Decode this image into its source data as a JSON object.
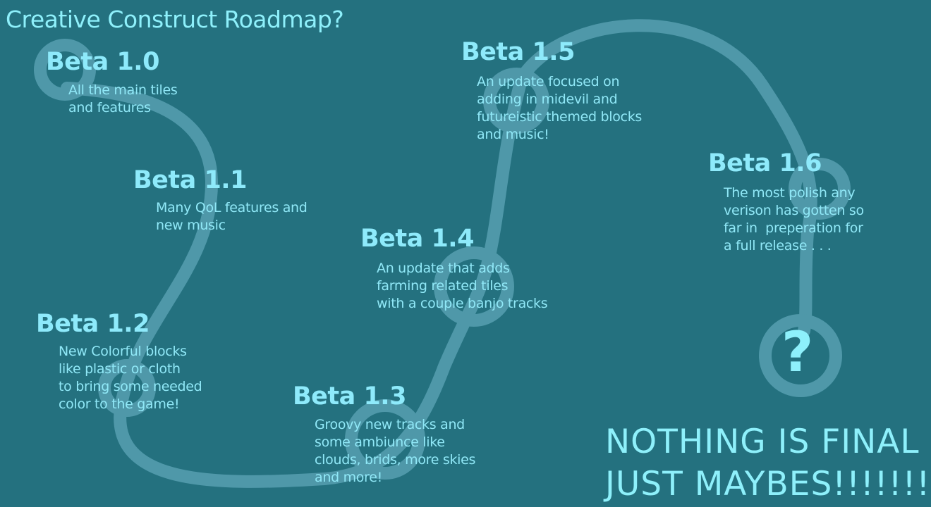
{
  "title": "Creative Construct Roadmap?",
  "milestones": [
    {
      "title": "Beta 1.0",
      "desc": "All the main tiles\nand features"
    },
    {
      "title": "Beta 1.1",
      "desc": "Many QoL features and\nnew music"
    },
    {
      "title": "Beta 1.2",
      "desc": "New Colorful blocks\nlike plastic or cloth\nto bring some needed\ncolor to the game!"
    },
    {
      "title": "Beta 1.3",
      "desc": "Groovy new tracks and\nsome ambiunce like\nclouds, brids, more skies\nand more!"
    },
    {
      "title": "Beta 1.4",
      "desc": "An update that adds\nfarming related tiles\nwith a couple banjo tracks"
    },
    {
      "title": "Beta 1.5",
      "desc": "An update focused on\nadding in midevil and\nfutureistic themed blocks\nand music!"
    },
    {
      "title": "Beta 1.6",
      "desc": "The most polish any\nverison has gotten so\nfar in  preperation for\na full release . . ."
    }
  ],
  "mystery": {
    "symbol": "?"
  },
  "disclaimer": {
    "line1": "NOTHING IS FINAL",
    "line2": "JUST MAYBES!!!!!!!!"
  },
  "colors": {
    "background": "#24717f",
    "path": "#4f98a9",
    "text": "#8ef0fb"
  }
}
